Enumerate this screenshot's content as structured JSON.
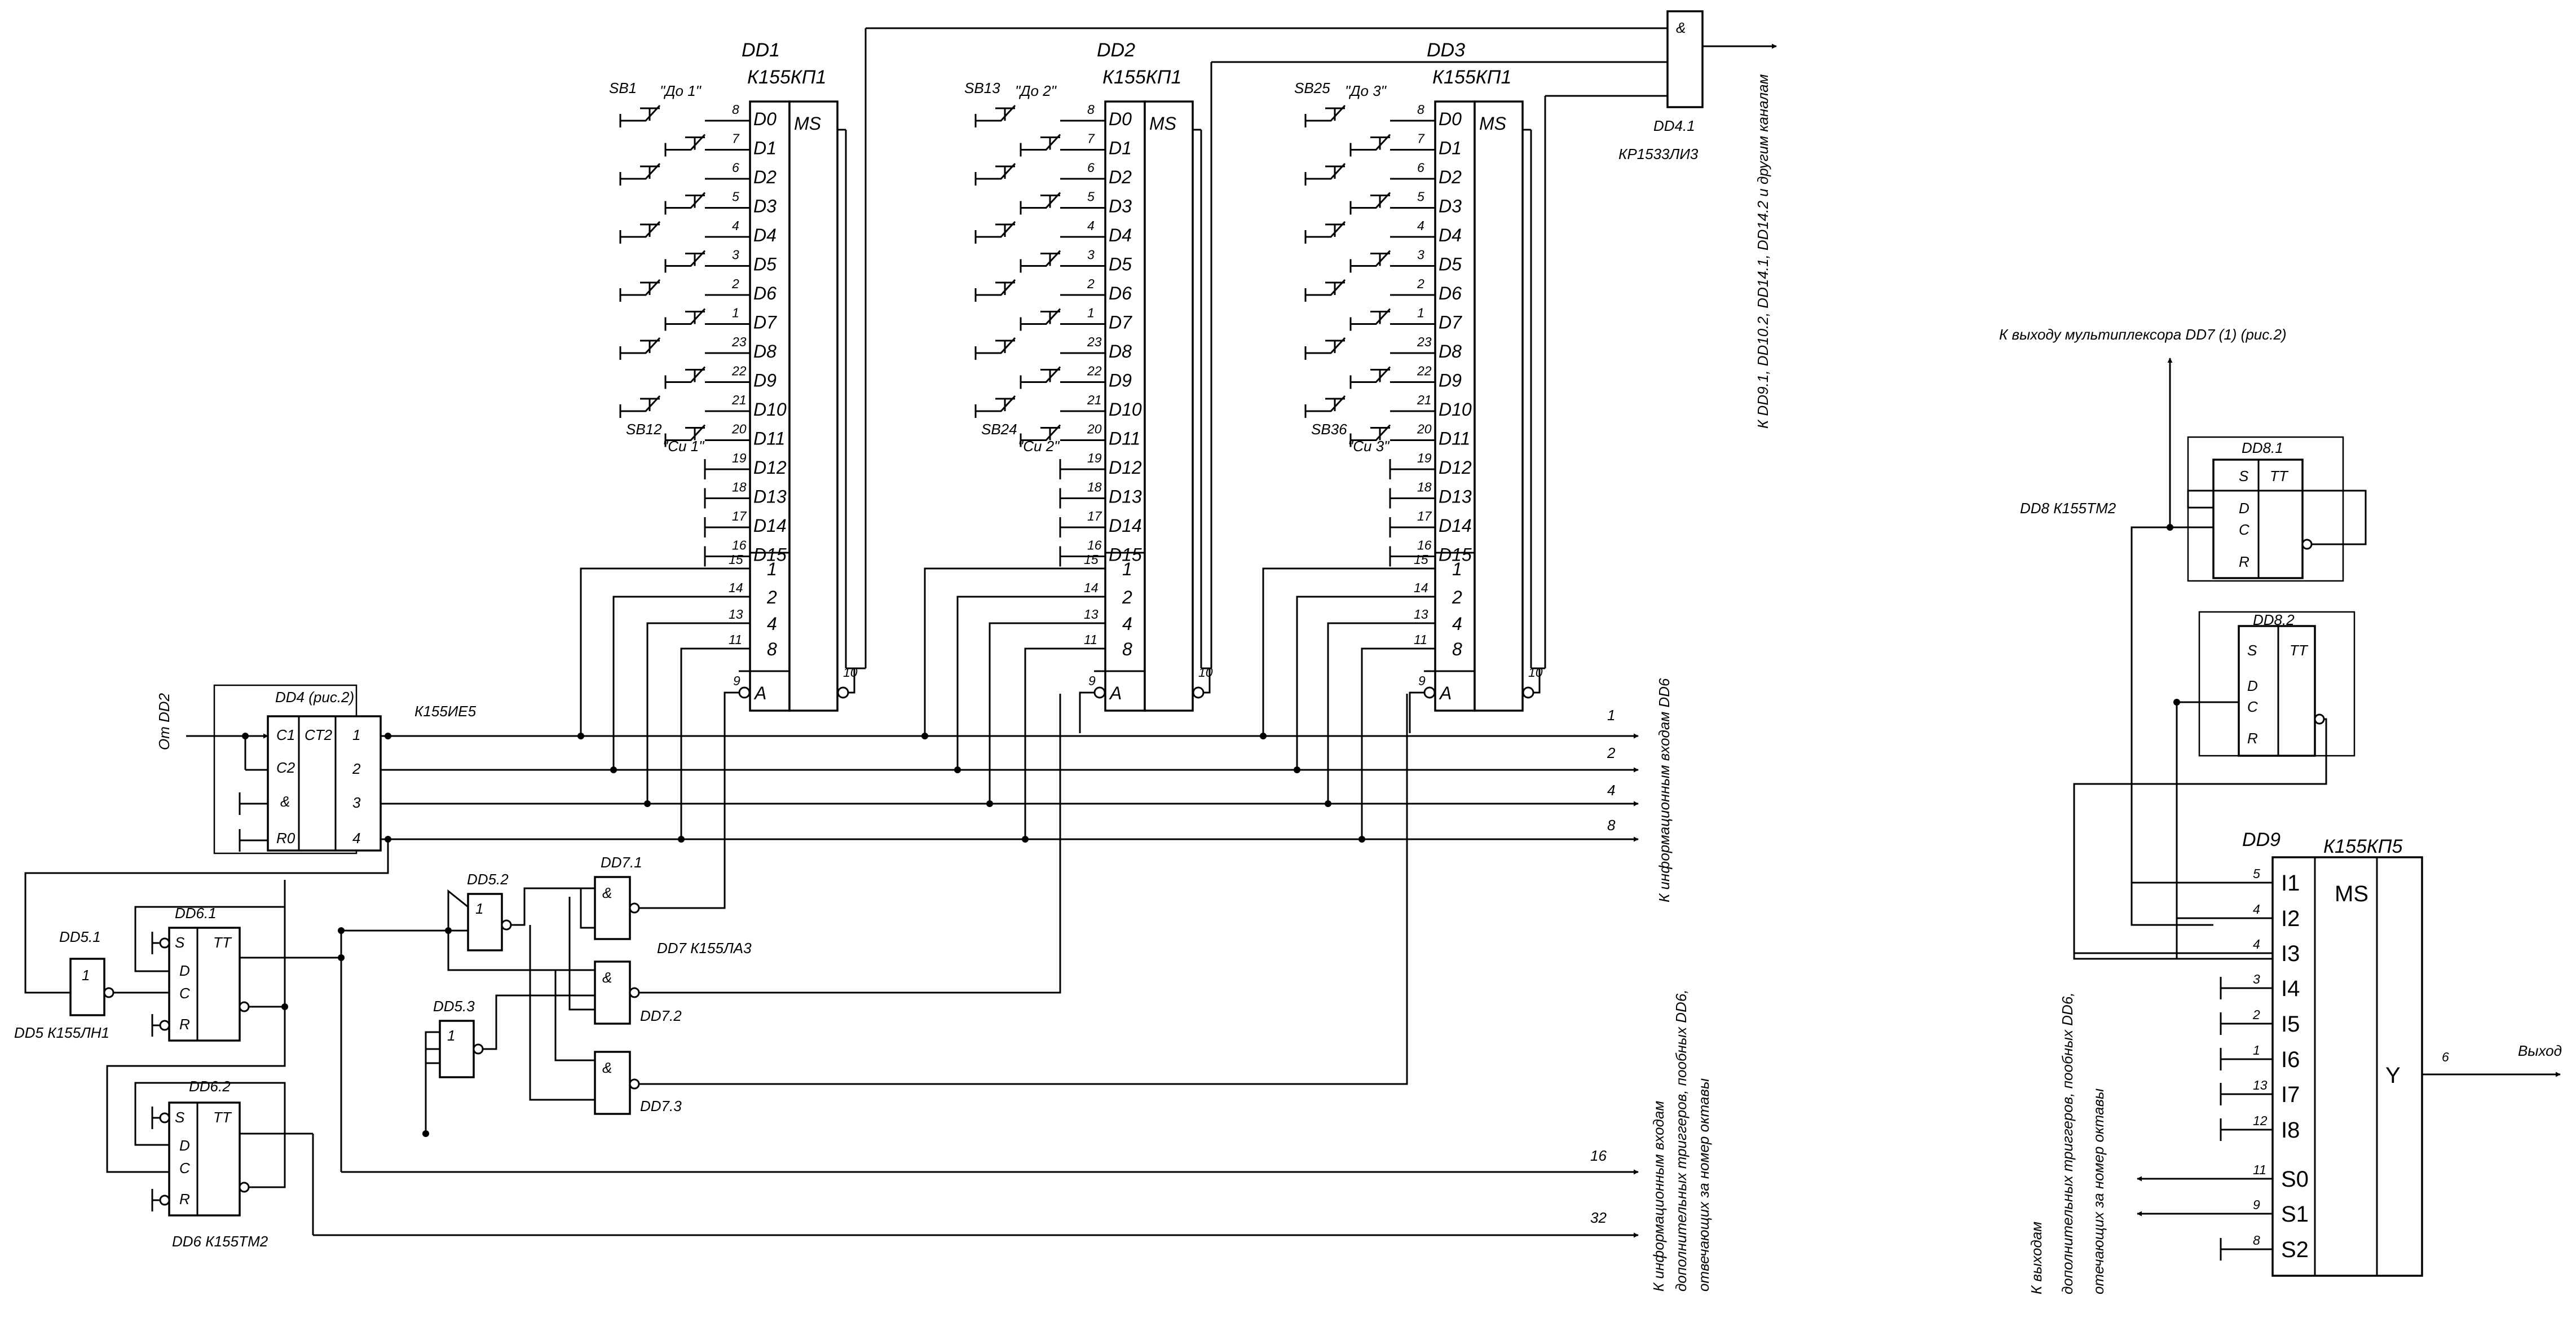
{
  "mux_chips": [
    {
      "name": "DD1",
      "type": "К155КП1",
      "sb_top": "SB1",
      "do": "\"До 1\"",
      "sb_bot": "SB12",
      "si": "\"Си 1\""
    },
    {
      "name": "DD2",
      "type": "К155КП1",
      "sb_top": "SB13",
      "do": "\"До 2\"",
      "sb_bot": "SB24",
      "si": "\"Си 2\""
    },
    {
      "name": "DD3",
      "type": "К155КП1",
      "sb_top": "SB25",
      "do": "\"До 3\"",
      "sb_bot": "SB36",
      "si": "\"Си 3\""
    }
  ],
  "mux_common": {
    "ms": "MS",
    "data_labels": [
      "D0",
      "D1",
      "D2",
      "D3",
      "D4",
      "D5",
      "D6",
      "D7",
      "D8",
      "D9",
      "D10",
      "D11",
      "D12",
      "D13",
      "D14",
      "D15"
    ],
    "data_pins": [
      "8",
      "7",
      "6",
      "5",
      "4",
      "3",
      "2",
      "1",
      "23",
      "22",
      "21",
      "20",
      "19",
      "18",
      "17",
      "16"
    ],
    "addr_labels": [
      "1",
      "2",
      "4",
      "8"
    ],
    "addr_pins": [
      "15",
      "14",
      "13",
      "11"
    ],
    "strobe_label": "A",
    "strobe_pin": "9",
    "out_pin": "10"
  },
  "and_gate": {
    "symbol": "&",
    "name": "DD4.1",
    "type": "КР1533ЛИ3",
    "output_note": "К DD9.1, DD10.2, DD14.1, DD14.2  и другим  каналам"
  },
  "counter": {
    "title": "DD4 (рис.2)",
    "type": "К155ИЕ5",
    "input": "От DD2",
    "pins_left": [
      "C1",
      "C2",
      "&",
      "R0"
    ],
    "ct": "CT2",
    "outs": [
      "1",
      "2",
      "3",
      "4"
    ]
  },
  "bus": {
    "labels": [
      "1",
      "2",
      "4",
      "8"
    ],
    "note": "К информационным входам DD6",
    "extra_labels": [
      "16",
      "32"
    ],
    "extra_note": "К информационным входам дополнительных триггеров, пообных DD6, отвечающих за номер октавы"
  },
  "gates": {
    "dd5_1": "DD5.1",
    "dd5_type": "DD5 К155ЛН1",
    "dd5_2": "DD5.2",
    "dd5_3": "DD5.3",
    "inv_symbol": "1",
    "dd7_1": "DD7.1",
    "dd7_2": "DD7.2",
    "dd7_3": "DD7.3",
    "dd7_type": "DD7 К155ЛА3",
    "nand_symbol": "&"
  },
  "flipflops": {
    "dd6_1": "DD6.1",
    "dd6_2": "DD6.2",
    "dd6_type": "DD6 К155ТМ2",
    "dd8_1": "DD8.1",
    "dd8_2": "DD8.2",
    "dd8_type": "DD8  К155ТМ2",
    "pins": [
      "S",
      "D",
      "C",
      "R"
    ],
    "tt": "TT"
  },
  "dd9": {
    "name": "DD9",
    "type": "К155КП5",
    "ms": "MS",
    "inputs": [
      "I1",
      "I2",
      "I3",
      "I4",
      "I5",
      "I6",
      "I7",
      "I8",
      "S0",
      "S1",
      "S2"
    ],
    "pins": [
      "5",
      "4",
      "4",
      "3",
      "2",
      "1",
      "13",
      "12",
      "11",
      "9",
      "8"
    ],
    "y": "Y",
    "y_pin": "6",
    "out": "Выход",
    "top_note": "К выходу мультиплексора DD7 (1)  (рис.2)",
    "bottom_note": "К  выходам дополнительных триггеров, пообных DD6, отечающих за номер октавы"
  }
}
